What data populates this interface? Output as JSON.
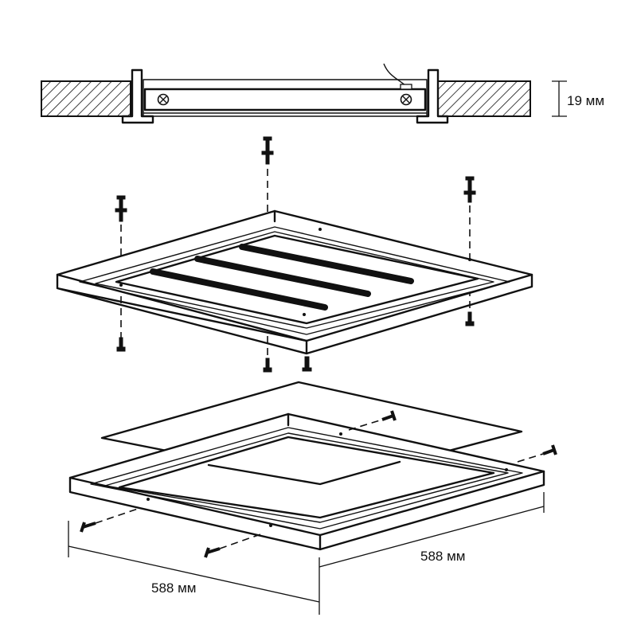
{
  "dimensions": {
    "thickness": "19 мм",
    "depth": "588 мм",
    "width": "588 мм"
  }
}
